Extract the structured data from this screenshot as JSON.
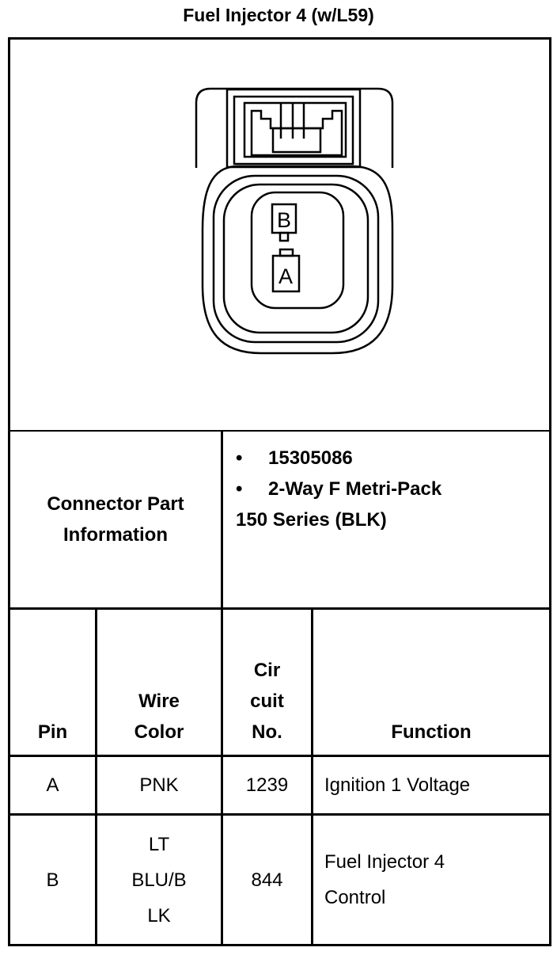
{
  "title": "Fuel Injector 4 (w/L59)",
  "connector_face": {
    "pin_top": "B",
    "pin_bottom": "A"
  },
  "part_info": {
    "label_line1": "Connector Part",
    "label_line2": "Information",
    "bullet": "•",
    "part_number": "15305086",
    "description_line1": "2-Way F Metri-Pack",
    "description_line2": "150 Series (BLK)"
  },
  "table": {
    "headers": {
      "pin": "Pin",
      "wire_color": [
        "Wire",
        "Color"
      ],
      "circuit": [
        "Cir",
        "cuit",
        "No."
      ],
      "function": "Function"
    },
    "rows": [
      {
        "pin": "A",
        "wire_color": [
          "PNK"
        ],
        "circuit": "1239",
        "function": [
          "Ignition 1 Voltage"
        ]
      },
      {
        "pin": "B",
        "wire_color": [
          "LT",
          "BLU/B",
          "LK"
        ],
        "circuit": "844",
        "function": [
          "Fuel Injector 4",
          "Control"
        ]
      }
    ]
  }
}
